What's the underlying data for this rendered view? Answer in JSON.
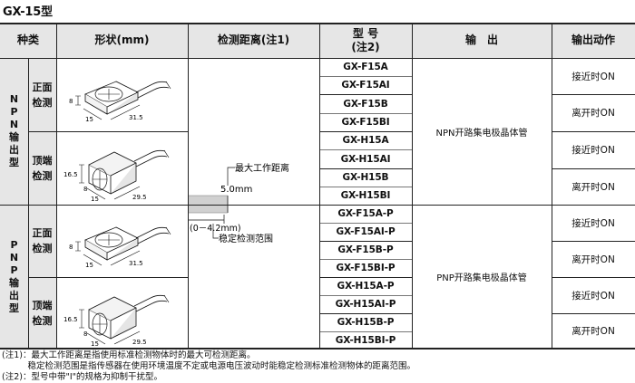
{
  "title": "GX-15型",
  "headers": {
    "type": "种类",
    "shape": "形状(mm)",
    "distance": "检测距离(注1)",
    "model_l1": "型 号",
    "model_l2": "(注2)",
    "output": "输　出",
    "action": "输出动作"
  },
  "groups": [
    {
      "label": "N\nP\nN\n输\n出\n型",
      "output": "NPN开路集电极晶体管",
      "subs": [
        {
          "label": "正面\n检测",
          "dims": [
            "8",
            "15",
            "31.5"
          ]
        },
        {
          "label": "顶端\n检测",
          "dims": [
            "16.5",
            "8",
            "15",
            "29.5"
          ]
        }
      ]
    },
    {
      "label": "P\nN\nP\n输\n出\n型",
      "output": "PNP开路集电极晶体管",
      "subs": [
        {
          "label": "正面\n检测",
          "dims": [
            "8",
            "15",
            "31.5"
          ]
        },
        {
          "label": "顶端\n检测",
          "dims": [
            "16.5",
            "8",
            "15",
            "29.5"
          ]
        }
      ]
    }
  ],
  "models": [
    "GX-F15A",
    "GX-F15AI",
    "GX-F15B",
    "GX-F15BI",
    "GX-H15A",
    "GX-H15AI",
    "GX-H15B",
    "GX-H15BI",
    "GX-F15A-P",
    "GX-F15AI-P",
    "GX-F15B-P",
    "GX-F15BI-P",
    "GX-H15A-P",
    "GX-H15AI-P",
    "GX-H15B-P",
    "GX-H15BI-P"
  ],
  "actions": [
    "接近时ON",
    "离开时ON",
    "接近时ON",
    "离开时ON",
    "接近时ON",
    "离开时ON",
    "接近时ON",
    "离开时ON"
  ],
  "distance": {
    "max_label": "最大工作距离",
    "max_value": "5.0mm",
    "stable_value": "(0－4.2mm)",
    "stable_label": "稳定检测范围"
  },
  "notes": [
    "(注1)：最大工作距离是指使用标准检测物体时的最大可检测距离。",
    "　　　稳定检测范围是指传感器在使用环境温度不定或电源电压波动时能稳定检测标准检测物体的距离范围。",
    "(注2)：型号中带\"I\"的规格为抑制干扰型。"
  ],
  "colors": {
    "header_bg": "#e6e6e6",
    "line": "#222222"
  }
}
